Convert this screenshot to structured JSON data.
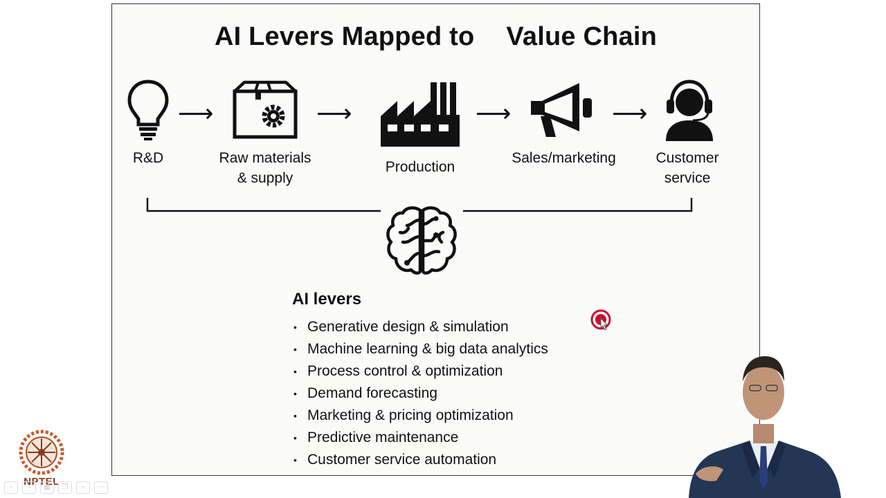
{
  "slide": {
    "title_part1": "AI Levers Mapped to",
    "title_part2": "Value Chain",
    "stages": [
      {
        "icon": "lightbulb-icon",
        "label_line1": "R&D",
        "label_line2": ""
      },
      {
        "icon": "box-gear-icon",
        "label_line1": "Raw materials",
        "label_line2": "& supply"
      },
      {
        "icon": "factory-icon",
        "label_line1": "Production",
        "label_line2": ""
      },
      {
        "icon": "megaphone-icon",
        "label_line1": "Sales/marketing",
        "label_line2": ""
      },
      {
        "icon": "headset-user-icon",
        "label_line1": "Customer",
        "label_line2": "service"
      }
    ],
    "arrow_glyph": "⟶",
    "center_icon": "brain-icon",
    "levers_title": "AI levers",
    "bullet": "•",
    "levers": [
      "Generative design & simulation",
      "Machine learning & big data analytics",
      "Process control & optimization",
      "Demand forecasting",
      "Marketing & pricing optimization",
      "Predictive maintenance",
      "Customer service automation"
    ]
  },
  "branding": {
    "logo_text": "NPTEL",
    "logo_color": "#8a3b1c",
    "cursor_color": "#c8102e"
  },
  "player_controls": [
    "back-icon",
    "forward-icon",
    "grid-icon",
    "copy-icon",
    "zoom-icon",
    "more-icon"
  ]
}
